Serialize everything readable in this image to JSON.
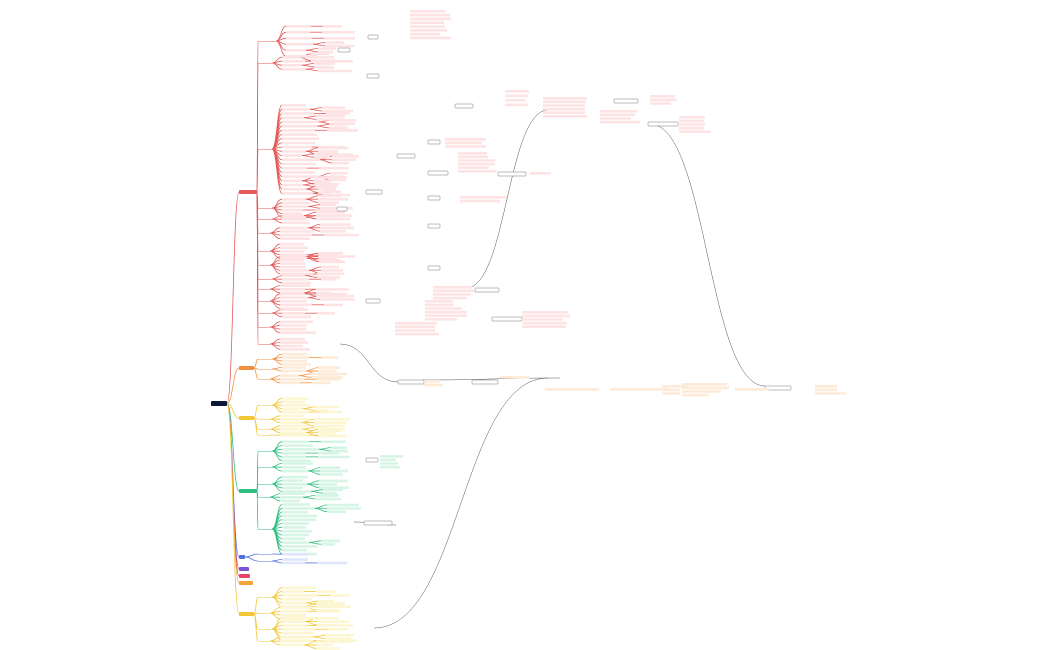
{
  "root": {
    "label": ""
  },
  "colors": {
    "red": "#e45a5a",
    "red_fill": "#fde3e3",
    "orange": "#f0913d",
    "orange_fill": "#fdebd8",
    "yellow": "#f2c634",
    "yellow_fill": "#fdf6d2",
    "green": "#2fbf7f",
    "green_fill": "#d6f5e6",
    "blue": "#5470e0",
    "blue_fill": "#dfe5fb",
    "purple": "#7a54d8",
    "pink": "#e8456a",
    "amber": "#f1a638",
    "root": "#0a1738",
    "line": "#555555"
  },
  "branches": [
    {
      "key": "b1",
      "label": "",
      "color": "red"
    },
    {
      "key": "b2",
      "label": "",
      "color": "orange"
    },
    {
      "key": "b3",
      "label": "",
      "color": "yellow"
    },
    {
      "key": "b4",
      "label": "",
      "color": "green"
    },
    {
      "key": "b5",
      "label": "",
      "color": "blue"
    },
    {
      "key": "b6",
      "label": "",
      "color": "purple"
    },
    {
      "key": "b7",
      "label": "",
      "color": "pink"
    },
    {
      "key": "b8",
      "label": "",
      "color": "amber"
    },
    {
      "key": "b9",
      "label": "",
      "color": "yellow"
    }
  ]
}
